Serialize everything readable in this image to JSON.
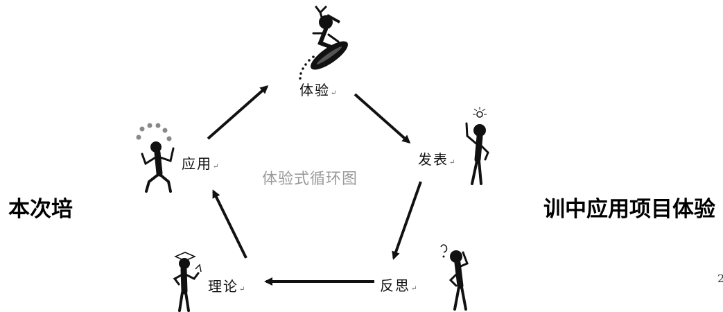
{
  "diagram": {
    "center_title": "体验式循环图",
    "nodes": [
      {
        "id": "experience",
        "label": "体验"
      },
      {
        "id": "publish",
        "label": "发表"
      },
      {
        "id": "reflect",
        "label": "反思"
      },
      {
        "id": "theory",
        "label": "理论"
      },
      {
        "id": "apply",
        "label": "应用"
      }
    ],
    "return_mark": "↵"
  },
  "side_left": "本次培",
  "side_right": "训中应用项目体验",
  "page_number": "2"
}
